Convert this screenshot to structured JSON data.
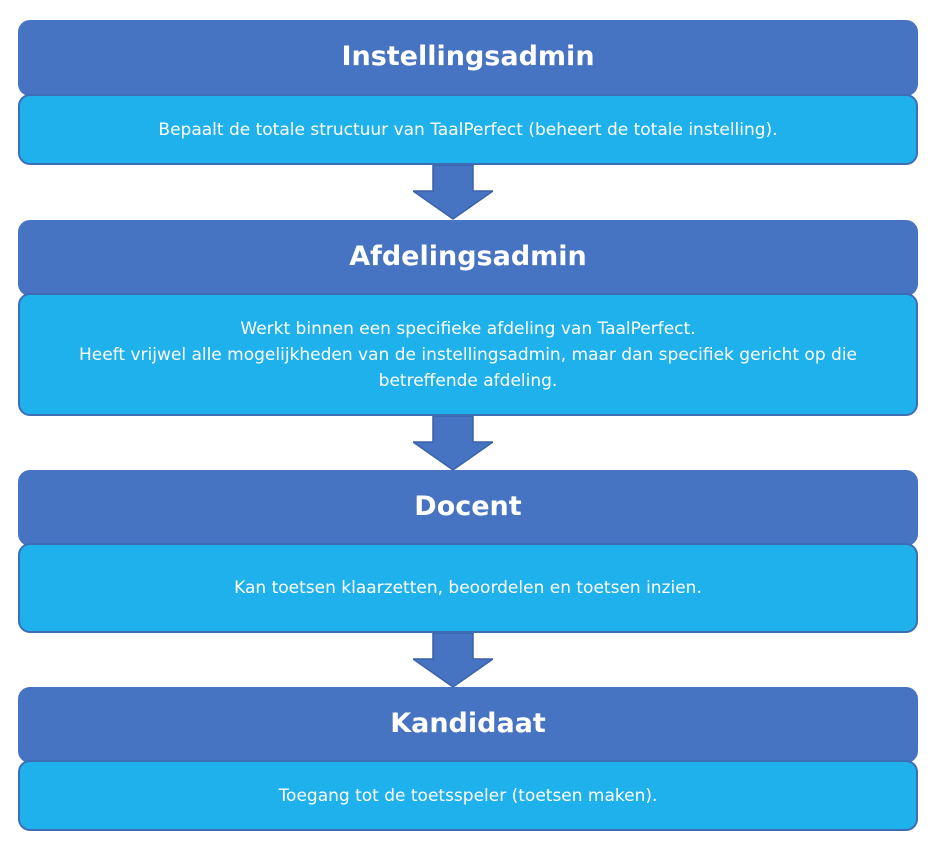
{
  "colors": {
    "header": "#4673C2",
    "body": "#1FB1EC",
    "border": "#3E6DB5"
  },
  "roles": [
    {
      "title": "Instellingsadmin",
      "lines": [
        "Bepaalt de totale structuur van TaalPerfect (beheert de totale instelling)."
      ]
    },
    {
      "title": "Afdelingsadmin",
      "lines": [
        "Werkt binnen een specifieke afdeling van TaalPerfect.",
        "Heeft vrijwel alle mogelijkheden van de instellingsadmin, maar dan specifiek gericht op die betreffende afdeling."
      ]
    },
    {
      "title": "Docent",
      "lines": [
        "Kan toetsen klaarzetten, beoordelen en toetsen inzien."
      ]
    },
    {
      "title": "Kandidaat",
      "lines": [
        "Toegang tot de toetsspeler (toetsen maken)."
      ]
    }
  ]
}
